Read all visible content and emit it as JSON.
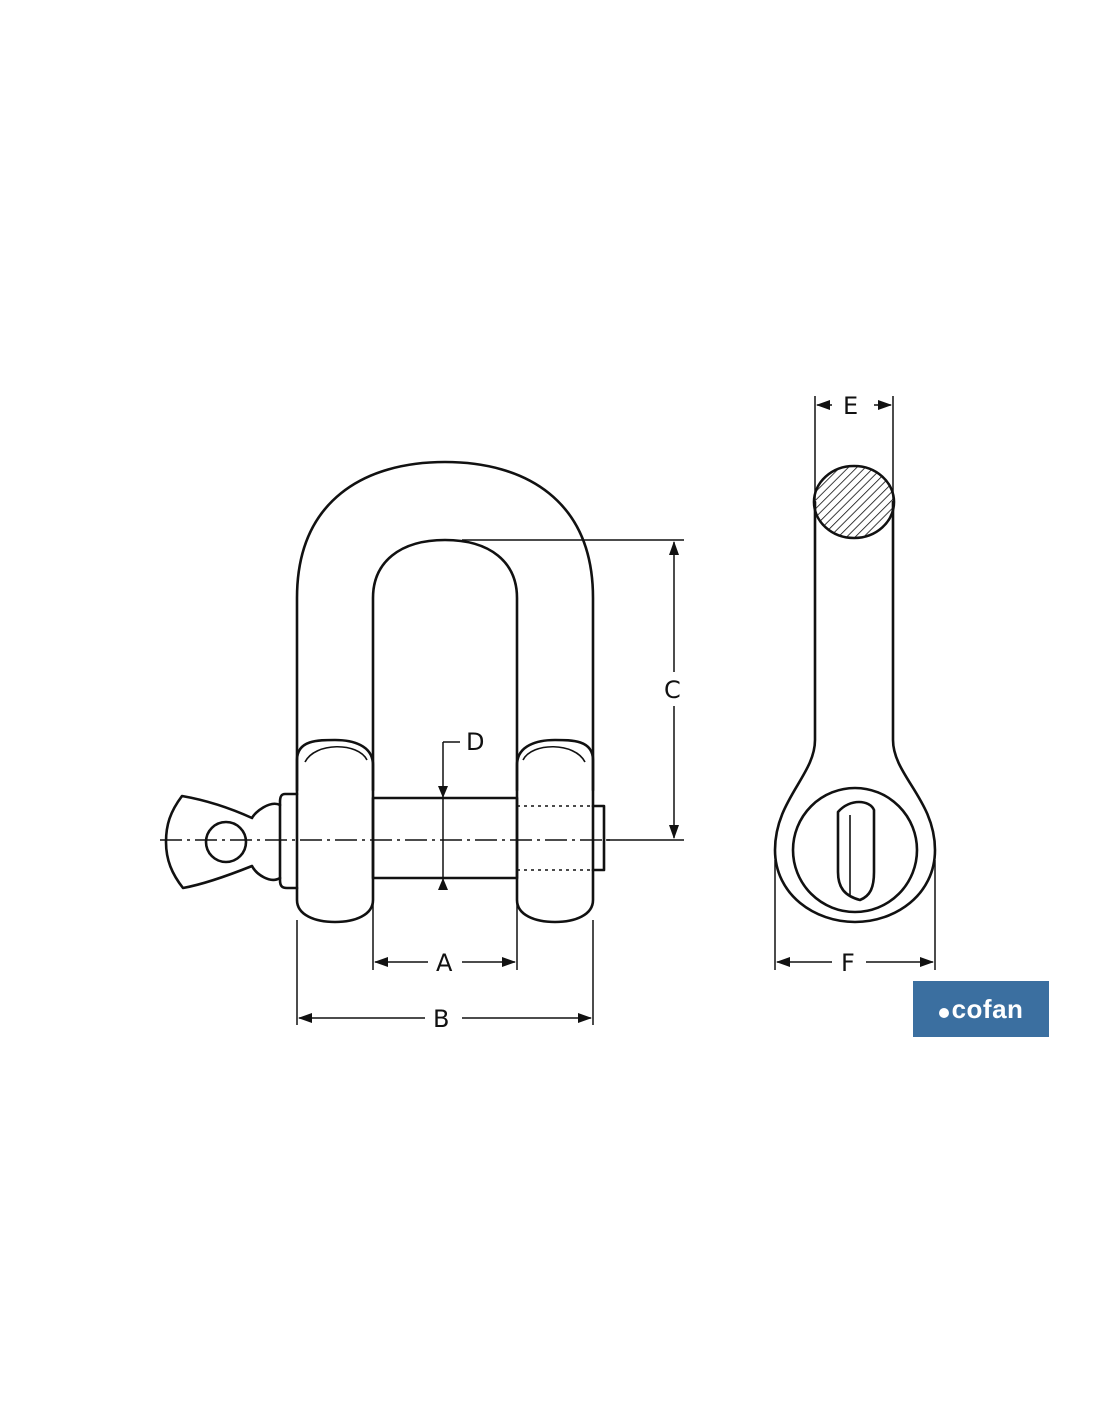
{
  "labels": {
    "a": "A",
    "b": "B",
    "c": "C",
    "d": "D",
    "e": "E",
    "f": "F"
  },
  "logo": {
    "text": "cofan",
    "color": "#3b6fa0"
  }
}
